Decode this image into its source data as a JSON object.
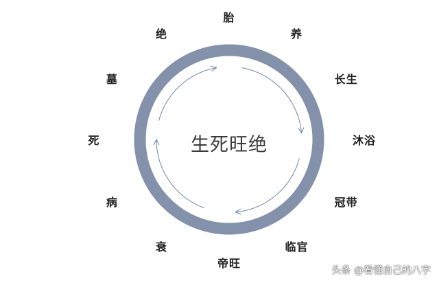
{
  "diagram": {
    "center_title": "生死旺绝",
    "stages": [
      "胎",
      "养",
      "长生",
      "沐浴",
      "冠带",
      "临官",
      "帝旺",
      "衰",
      "病",
      "死",
      "墓",
      "绝"
    ],
    "ring_color": "#8392aa",
    "arrow_color": "#6f84a6",
    "text_color": "#1f1f1f"
  },
  "watermark": "头条 @看懂自己的八字"
}
